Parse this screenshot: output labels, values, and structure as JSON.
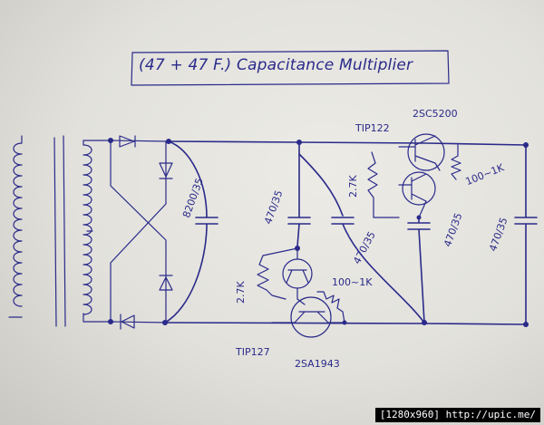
{
  "title": "(47 + 47 F.) Capacitance Multiplier",
  "labels": {
    "c_filter": "8200/35",
    "r_left": "2.7K",
    "c_left": "470/35",
    "r_right": "2.7K",
    "c_mid": "470/35",
    "tr_top": "TIP122",
    "tr_top_power": "2SC5200",
    "r_top": "100~1K",
    "c_top_right": "470/35",
    "c_out": "470/35",
    "tr_bottom": "TIP127",
    "tr_bottom_power": "2SA1943",
    "r_bottom": "100~1K"
  },
  "footer": "[1280x960] http://upic.me/",
  "colors": {
    "ink": "#2a2a8a",
    "paper": "#e8e7e2",
    "footer_bg": "#000000",
    "footer_fg": "#ffffff"
  }
}
